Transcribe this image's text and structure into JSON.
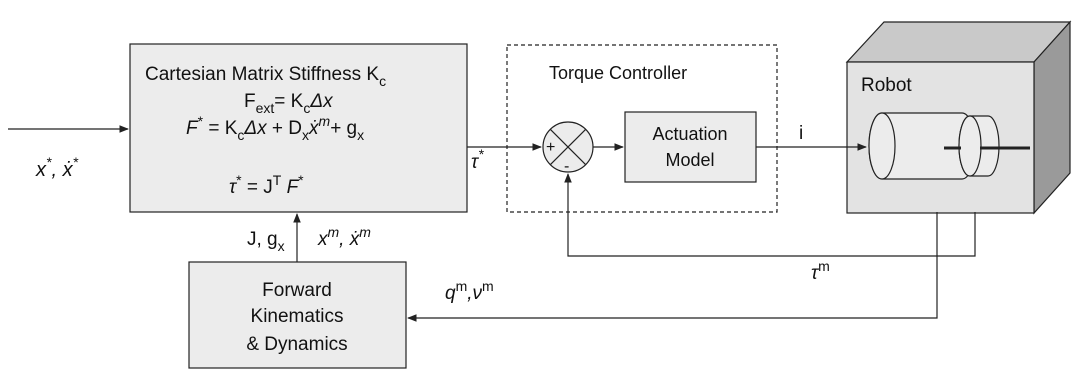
{
  "colors": {
    "block_fill": "#ececec",
    "line": "#222222",
    "robot_front": "#e3e3e3",
    "robot_top": "#c9c9c9",
    "robot_side": "#9a9a9a"
  },
  "stiffness_block": {
    "title": "Cartesian Matrix Stiffness K",
    "title_sub": "c",
    "eq1": {
      "lhs": "F",
      "lhs_sub": "ext",
      "rhs": "= K",
      "rhs_sub": "c",
      "tail": "Δx"
    },
    "eq2": {
      "f": "F",
      "f_sup": "*",
      "eq_k": " = K",
      "k_sub": "c",
      "dx": "Δx",
      "plus_d": " + D",
      "d_sub": "x",
      "xdot": "ẋ",
      "xdot_sup": "m",
      "plus_g": "+ g",
      "g_sub": "x"
    },
    "eq3": {
      "tau": "τ",
      "tau_sup": "*",
      "eq_j": " = J",
      "j_sup": "T",
      "f": "F",
      "f_sup": "*"
    }
  },
  "torque_controller": {
    "title": "Torque Controller",
    "sum_plus": "+",
    "sum_minus": "-",
    "actuation_line1": "Actuation",
    "actuation_line2": "Model"
  },
  "robot": {
    "label": "Robot"
  },
  "forward_block": {
    "line1": "Forward",
    "line2": "Kinematics",
    "line3": "& Dynamics"
  },
  "signals": {
    "input": {
      "x": "x",
      "x_sup": "*",
      "sep": ", ",
      "xd": "ẋ",
      "xd_sup": "*"
    },
    "tau_star": {
      "sym": "τ",
      "sup": "*"
    },
    "current": "i",
    "tau_m": {
      "sym": "τ",
      "sup": "m"
    },
    "q_v": {
      "q": "q",
      "q_sup": "m",
      "sep": ",",
      "v": "ν",
      "v_sup": "m"
    },
    "j_g": {
      "j": "J, g",
      "sub": "x"
    },
    "xm": {
      "x": "x",
      "x_sup": "m",
      "sep": ", ",
      "xd": "ẋ",
      "xd_sup": "m"
    }
  }
}
